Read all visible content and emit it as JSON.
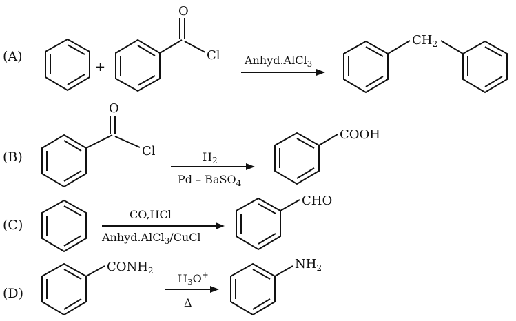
{
  "reactions": [
    {
      "label": "(A)",
      "plus": "+",
      "acyl_O": "O",
      "acyl_Cl": "Cl",
      "reagent_above": {
        "main": "Anhyd.AlCl",
        "sub": "3",
        "tail": ""
      },
      "reagent_below": {
        "main": "",
        "sub": "",
        "tail": ""
      },
      "product_group": {
        "main": "CH",
        "sub": "2",
        "sup": ""
      }
    },
    {
      "label": "(B)",
      "acyl_O": "O",
      "acyl_Cl": "Cl",
      "reagent_above": {
        "main": "H",
        "sub": "2",
        "tail": ""
      },
      "reagent_below": {
        "main": "Pd – BaSO",
        "sub": "4",
        "tail": ""
      },
      "product_group": {
        "main": "COOH",
        "sub": "",
        "sup": ""
      }
    },
    {
      "label": "(C)",
      "reagent_above": {
        "main": "CO,HCl",
        "sub": "",
        "tail": ""
      },
      "reagent_below": {
        "main": "Anhyd.AlCl",
        "sub": "3",
        "tail": "/CuCl"
      },
      "product_group": {
        "main": "CHO",
        "sub": "",
        "sup": ""
      }
    },
    {
      "label": "(D)",
      "reactant_group": {
        "main": "CONH",
        "sub": "2"
      },
      "reagent_above": {
        "main": "H",
        "sub": "3",
        "tail": "O",
        "sup": "+"
      },
      "reagent_below": {
        "main": "Δ",
        "sub": "",
        "tail": ""
      },
      "product_group": {
        "main": "NH",
        "sub": "2",
        "sup": ""
      }
    }
  ]
}
